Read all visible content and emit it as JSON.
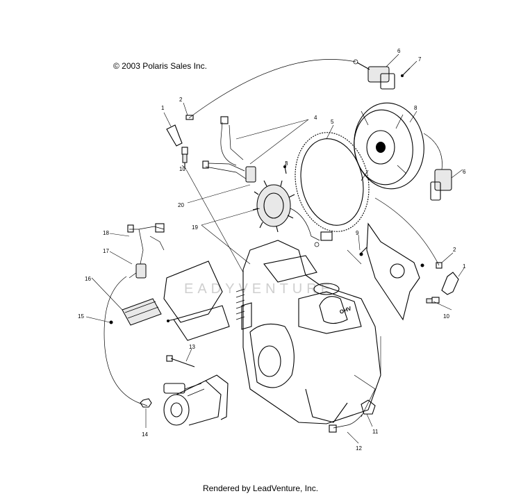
{
  "header": {
    "copyright": "© 2003 Polaris Sales Inc."
  },
  "footer": {
    "rendered_by": "Rendered by LeadVenture, Inc."
  },
  "watermark": "EADYVENTURE",
  "callouts": [
    "1",
    "2",
    "4",
    "5",
    "3",
    "6",
    "7",
    "8",
    "6",
    "2",
    "1",
    "9",
    "10",
    "20",
    "19",
    "18",
    "17",
    "16",
    "15",
    "10",
    "13",
    "14",
    "11",
    "12"
  ]
}
